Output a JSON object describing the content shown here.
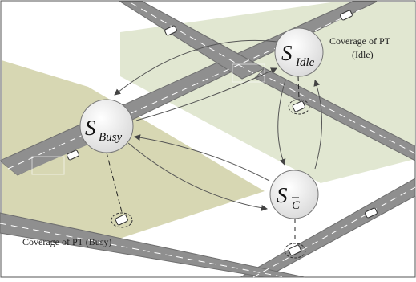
{
  "coverage_labels": {
    "idle_line1": "Coverage of PT",
    "idle_line2": "(Idle)",
    "busy": "Coverage of PT (Busy)"
  },
  "states": {
    "idle": {
      "main": "S",
      "sub": "Idle"
    },
    "busy": {
      "main": "S",
      "sub": "Busy"
    },
    "cbar": {
      "main": "S",
      "sub": "C"
    }
  },
  "colors": {
    "idle_coverage": "#dfe6cf",
    "busy_coverage": "#cfcfa6",
    "road": "#8f8f8f",
    "road_edge": "#6e6e6e",
    "node_fill": "#f2f2f2",
    "arrow": "#555555"
  }
}
